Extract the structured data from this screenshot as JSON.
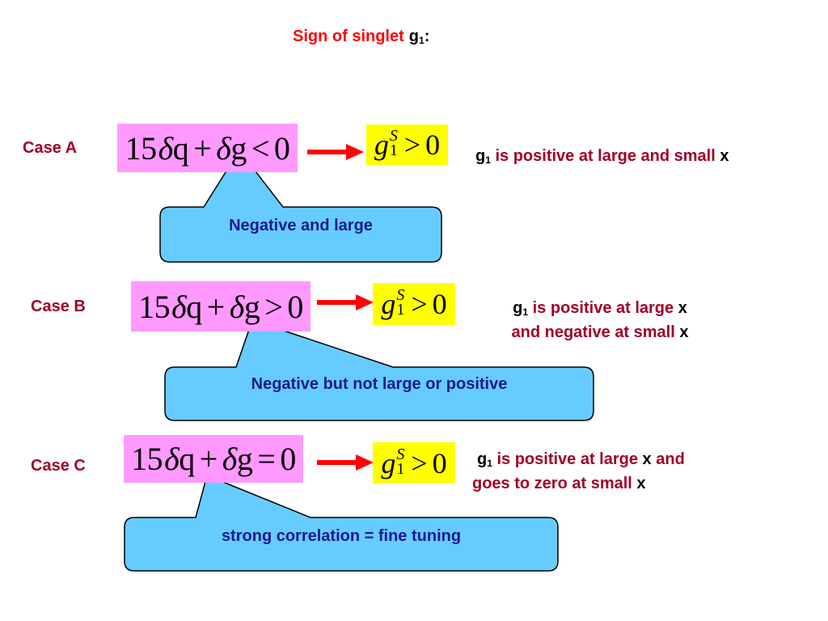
{
  "title": {
    "text": "Sign of singlet",
    "symbol": "g",
    "symbol_sub": "1",
    "suffix": ":"
  },
  "colors": {
    "title": "#ff0000",
    "labels": "#a0002a",
    "equation_bg": "#ff99ff",
    "result_bg": "#ffff00",
    "arrow": "#ff0000",
    "callout_fill": "#66ccff",
    "callout_text": "#1a1a8c"
  },
  "cases": [
    {
      "label": "Case A",
      "equation": {
        "coef": "15",
        "q": "q",
        "plus": "+",
        "g": "g",
        "rel": "<",
        "rhs": "0"
      },
      "result": {
        "var": "g",
        "sup": "S",
        "sub": "1",
        "rel": ">",
        "rhs": "0"
      },
      "desc_line1": {
        "sym": "g",
        "sub": "1",
        "text": "is positive at large and small",
        "x": "x"
      },
      "callout": "Negative and large"
    },
    {
      "label": "Case B",
      "equation": {
        "coef": "15",
        "q": "q",
        "plus": "+",
        "g": "g",
        "rel": ">",
        "rhs": "0"
      },
      "result": {
        "var": "g",
        "sup": "S",
        "sub": "1",
        "rel": ">",
        "rhs": "0"
      },
      "desc_line1": {
        "sym": "g",
        "sub": "1",
        "text": "is positive at large",
        "x": "x"
      },
      "desc_line2": {
        "text": "and negative at small",
        "x": "x"
      },
      "callout": "Negative but not large or positive"
    },
    {
      "label": "Case C",
      "equation": {
        "coef": "15",
        "q": "q",
        "plus": "+",
        "g": "g",
        "rel": "=",
        "rhs": "0"
      },
      "result": {
        "var": "g",
        "sup": "S",
        "sub": "1",
        "rel": ">",
        "rhs": "0"
      },
      "desc_line1": {
        "sym": "g",
        "sub": "1",
        "text": "is positive at large",
        "x": "x",
        "tail": "and"
      },
      "desc_line2": {
        "text": "goes to zero at small",
        "x": "x"
      },
      "callout": "strong correlation = fine tuning"
    }
  ]
}
